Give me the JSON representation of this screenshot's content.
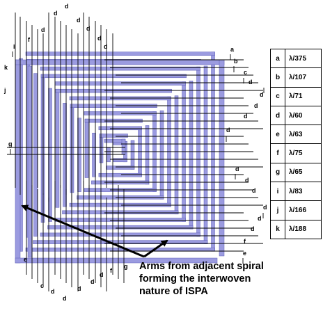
{
  "table": {
    "rows": [
      {
        "key": "a",
        "value": "λ/375"
      },
      {
        "key": "b",
        "value": "λ/107"
      },
      {
        "key": "c",
        "value": "λ/71"
      },
      {
        "key": "d",
        "value": "λ/60"
      },
      {
        "key": "e",
        "value": "λ/63"
      },
      {
        "key": "f",
        "value": "λ/75"
      },
      {
        "key": "g",
        "value": "λ/65"
      },
      {
        "key": "i",
        "value": "λ/83"
      },
      {
        "key": "j",
        "value": "λ/166"
      },
      {
        "key": "k",
        "value": "λ/188"
      }
    ]
  },
  "caption": {
    "line1": "Arms from adjacent spiral",
    "line2": "forming the interwoven",
    "line3": "nature of ISPA"
  },
  "dimension_labels": {
    "a": "a",
    "b": "b",
    "c": "c",
    "d": "d",
    "e": "e",
    "f": "f",
    "g": "g",
    "i": "i",
    "j": "j",
    "k": "k"
  },
  "colors": {
    "arm_fill": "#9b9be0",
    "arm_edge": "#5c5cb8",
    "line": "#000000",
    "background": "#ffffff"
  }
}
